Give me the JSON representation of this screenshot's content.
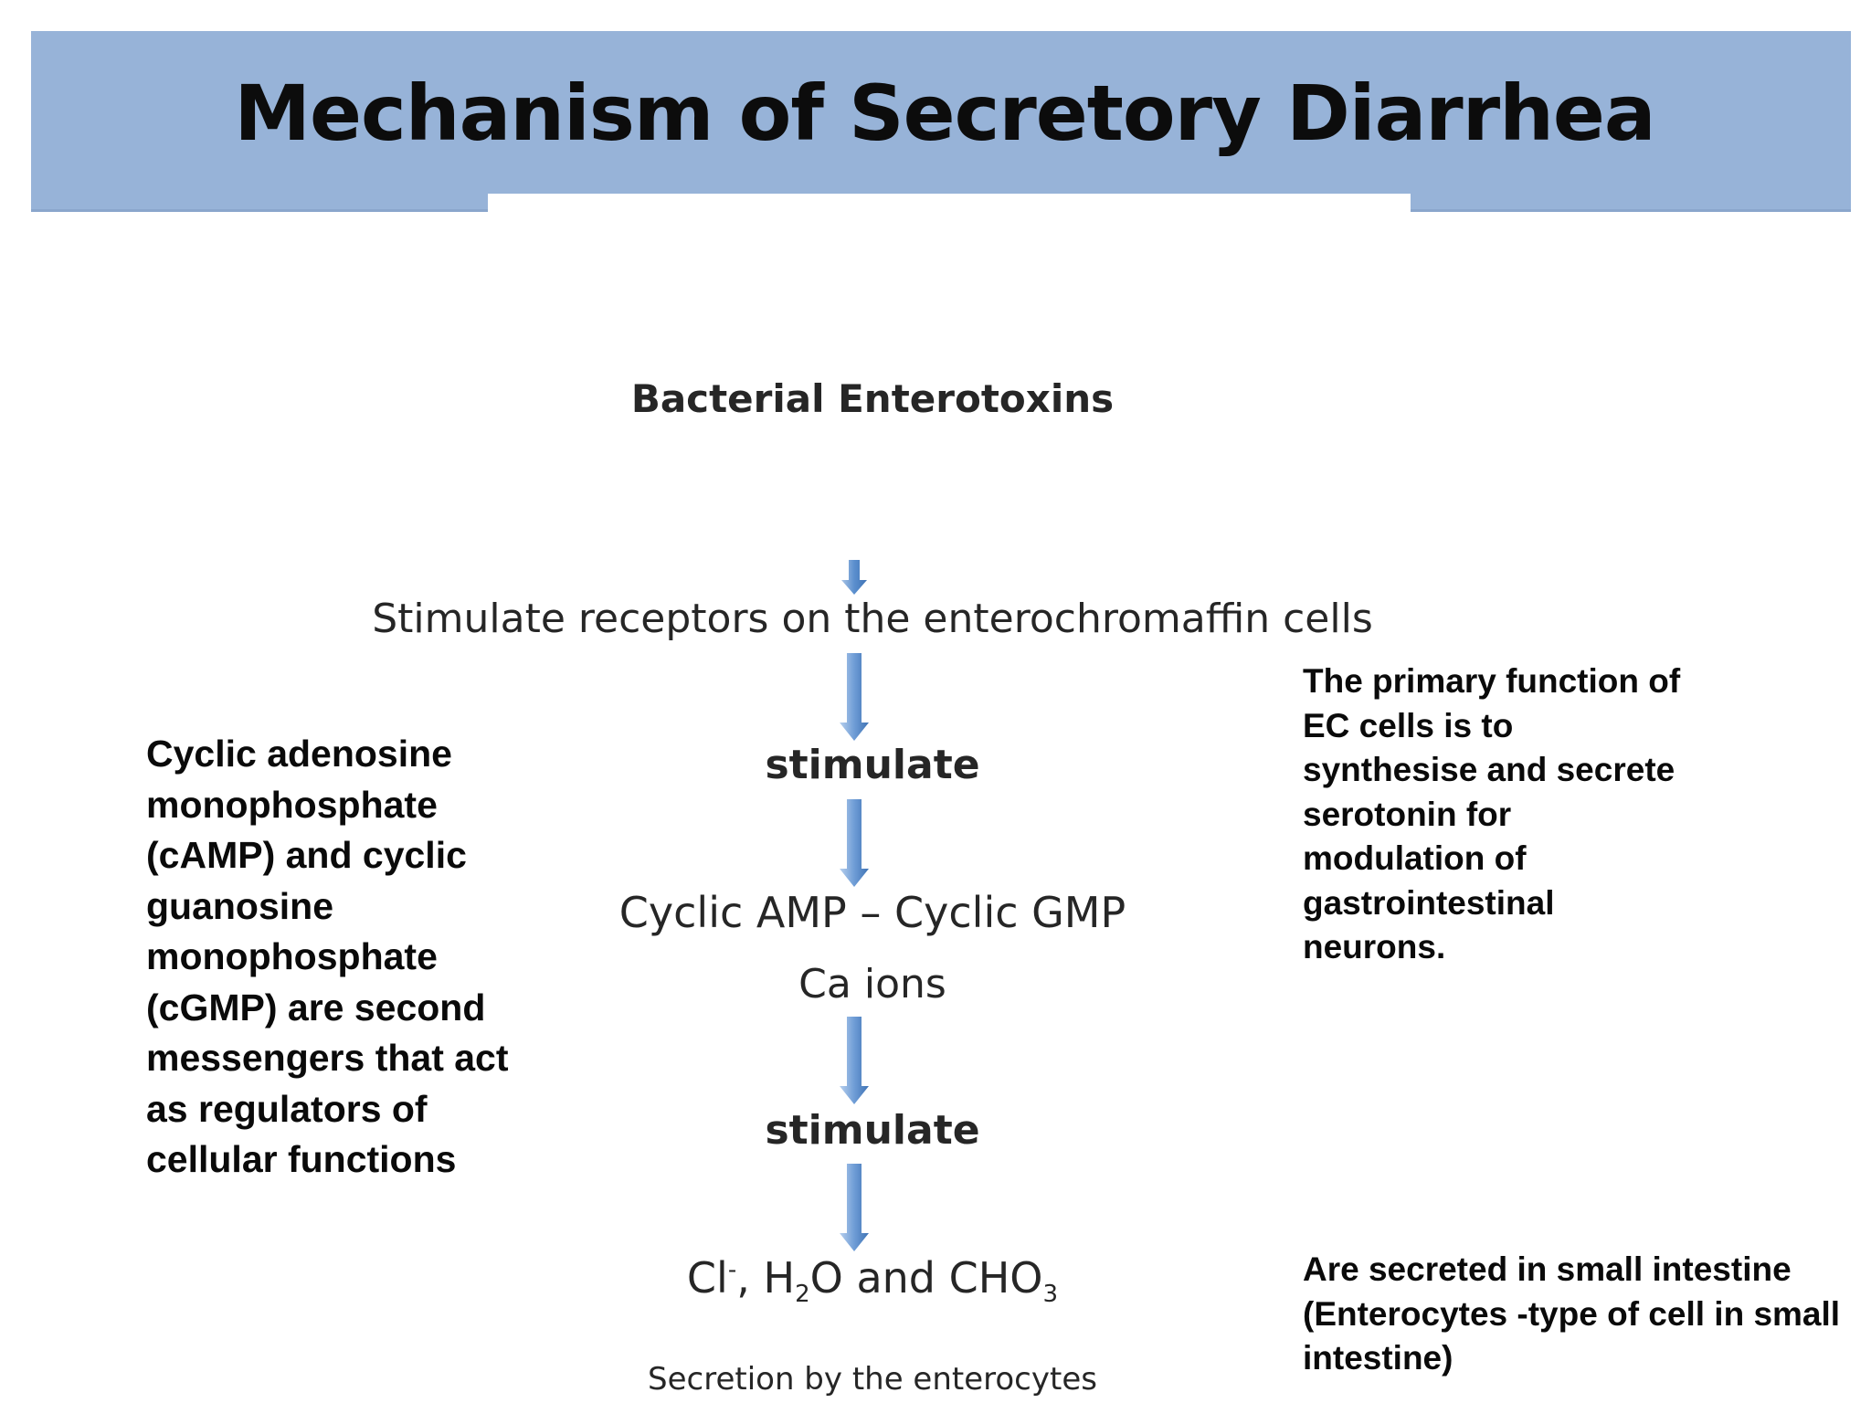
{
  "slide": {
    "title": "Mechanism of Secretory Diarrhea"
  },
  "flow": {
    "step1": "Bacterial Enterotoxins",
    "step2": "Stimulate receptors on the enterochromaffin cells",
    "step3": "stimulate",
    "step4": "Cyclic AMP – Cyclic GMP",
    "step5": "Ca ions",
    "step6": "stimulate",
    "step7": {
      "part1": "Cl",
      "sup1": "-",
      "part2": ", H",
      "sub1": "2",
      "part3": "O and CHO",
      "sub2": "3"
    },
    "step8": "Secretion by the enterocytes"
  },
  "notes": {
    "left": "Cyclic adenosine monophosphate (cAMP) and cyclic guanosine monophosphate (cGMP) are second messengers that act as regulators of cellular functions",
    "right_top": "The primary function of EC cells is to synthesise and secrete serotonin for modulation of gastrointestinal neurons.",
    "right_bottom": "Are secreted in small intestine (Enterocytes -type of cell in small intestine)"
  },
  "colors": {
    "title_band": "#97b3d8",
    "arrow_light": "#a9c4e6",
    "arrow_dark": "#4a7fc1"
  }
}
